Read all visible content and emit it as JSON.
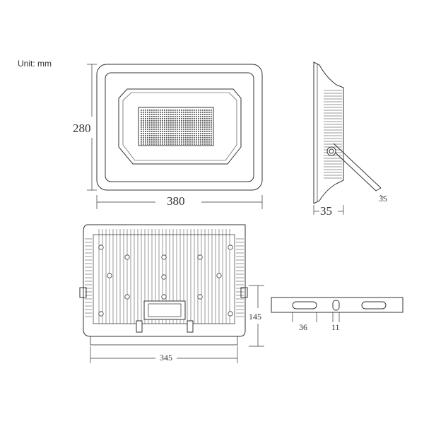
{
  "unit_label": "Unit: mm",
  "front_view": {
    "width": "380",
    "height": "280"
  },
  "side_view": {
    "depth": "35",
    "bracket": "35"
  },
  "back_view": {
    "width": "345",
    "height": "145"
  },
  "bracket_view": {
    "slot": "36",
    "hole": "11"
  },
  "colors": {
    "line": "#333333",
    "led_grid": "#555555"
  }
}
